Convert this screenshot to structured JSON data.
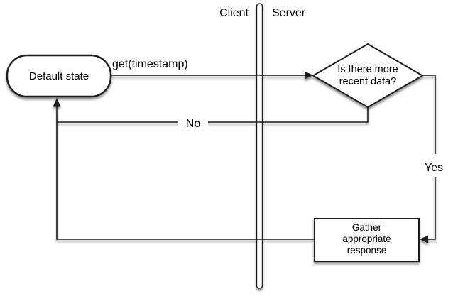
{
  "lanes": {
    "client_label": "Client",
    "server_label": "Server"
  },
  "nodes": {
    "default_state": {
      "label": "Default state"
    },
    "decision": {
      "label_line1": "Is there more",
      "label_line2": "recent data?"
    },
    "gather_response": {
      "label_line1": "Gather",
      "label_line2": "appropriate",
      "label_line3": "response"
    }
  },
  "edges": {
    "request": {
      "label": "get(timestamp)"
    },
    "no_branch": {
      "label": "No"
    },
    "yes_branch": {
      "label": "Yes"
    }
  },
  "colors": {
    "stroke": "#1c1c1c",
    "text": "#000000",
    "background": "#ffffff"
  }
}
